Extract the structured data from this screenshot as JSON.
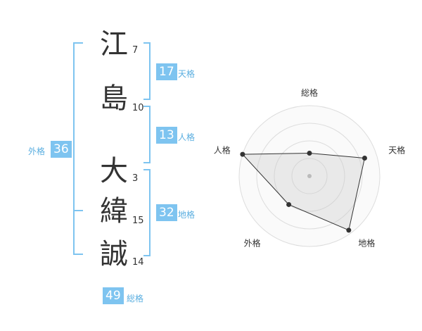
{
  "name": {
    "chars": [
      {
        "char": "江",
        "strokes": "7"
      },
      {
        "char": "島",
        "strokes": "10"
      },
      {
        "char": "大",
        "strokes": "3"
      },
      {
        "char": "緯",
        "strokes": "15"
      },
      {
        "char": "誠",
        "strokes": "14"
      }
    ]
  },
  "kaku": {
    "tenkaku": {
      "value": "17",
      "label": "天格"
    },
    "jinkaku": {
      "value": "13",
      "label": "人格"
    },
    "chikaku": {
      "value": "32",
      "label": "地格"
    },
    "gaikaku": {
      "value": "36",
      "label": "外格"
    },
    "soukaku": {
      "value": "49",
      "label": "総格"
    }
  },
  "radar": {
    "axes": [
      "総格",
      "天格",
      "地格",
      "外格",
      "人格"
    ],
    "levels": 4,
    "max": 4,
    "values": [
      1.3,
      3.3,
      3.8,
      2.0,
      4.0
    ]
  },
  "colors": {
    "accent": "#7ec4f0",
    "label": "#5aaee0"
  }
}
